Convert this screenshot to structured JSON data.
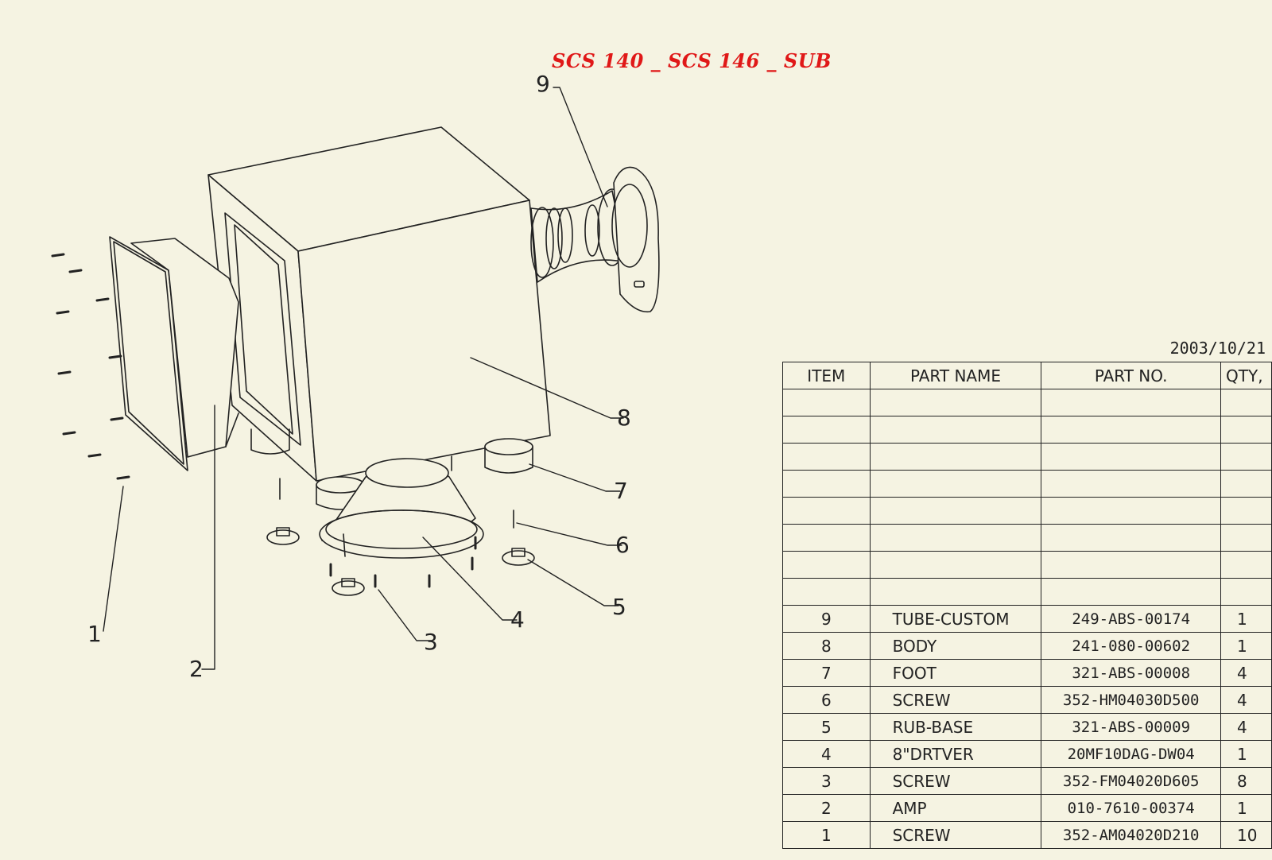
{
  "title": "SCS 140 _ SCS 146 _ SUB",
  "date": "2003/10/21",
  "colors": {
    "title": "#e01818",
    "line": "#222222",
    "background": "#f5f3e2"
  },
  "callouts": [
    "1",
    "2",
    "3",
    "4",
    "5",
    "6",
    "7",
    "8",
    "9"
  ],
  "bom": {
    "headers": [
      "ITEM",
      "PART NAME",
      "PART NO.",
      "QTY,"
    ],
    "empty_rows": 8,
    "rows": [
      {
        "item": "9",
        "name": "TUBE-CUSTOM",
        "part_no": "249-ABS-00174",
        "qty": "1"
      },
      {
        "item": "8",
        "name": "BODY",
        "part_no": "241-080-00602",
        "qty": "1"
      },
      {
        "item": "7",
        "name": "FOOT",
        "part_no": "321-ABS-00008",
        "qty": "4"
      },
      {
        "item": "6",
        "name": "SCREW",
        "part_no": "352-HM04030D500",
        "qty": "4"
      },
      {
        "item": "5",
        "name": "RUB-BASE",
        "part_no": "321-ABS-00009",
        "qty": "4"
      },
      {
        "item": "4",
        "name": "8\"DRTVER",
        "part_no": "20MF10DAG-DW04",
        "qty": "1"
      },
      {
        "item": "3",
        "name": "SCREW",
        "part_no": "352-FM04020D605",
        "qty": "8"
      },
      {
        "item": "2",
        "name": "AMP",
        "part_no": "010-7610-00374",
        "qty": "1"
      },
      {
        "item": "1",
        "name": "SCREW",
        "part_no": "352-AM04020D210",
        "qty": "10"
      }
    ]
  }
}
